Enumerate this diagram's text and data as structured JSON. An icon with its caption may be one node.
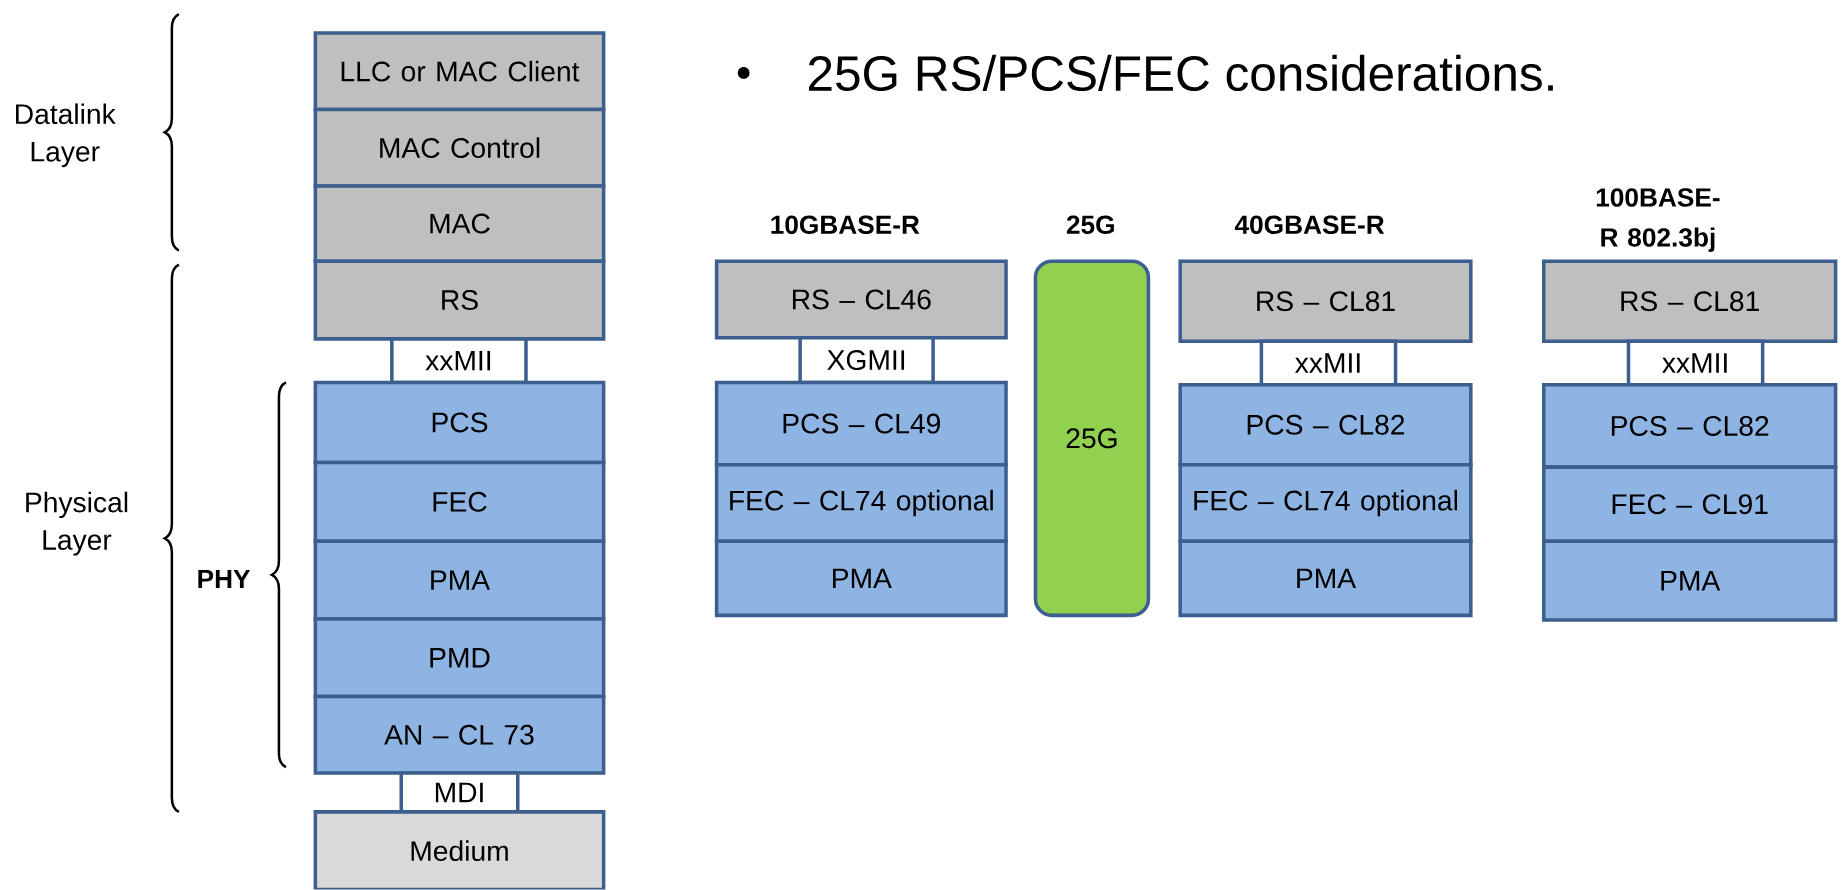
{
  "diagram": {
    "title": "25G RS/PCS/FEC considerations.",
    "nodes": [
      {
        "text": [
          "LLC or MAC Client"
        ]
      },
      {
        "text": [
          "MAC Control"
        ]
      },
      {
        "text": [
          "MAC"
        ]
      },
      {
        "text": [
          "RS"
        ]
      },
      {
        "text": [
          "xxMII"
        ]
      },
      {
        "text": [
          "PCS"
        ]
      },
      {
        "text": [
          "FEC"
        ]
      },
      {
        "text": [
          "PMA"
        ]
      },
      {
        "text": [
          "PMD"
        ]
      },
      {
        "text": [
          "AN – CL 73"
        ]
      },
      {
        "text": [
          "MDI"
        ]
      },
      {
        "text": [
          "Medium"
        ]
      },
      {
        "text": [
          "RS – CL46"
        ]
      },
      {
        "text": [
          "XGMII"
        ]
      },
      {
        "text": [
          "PCS – CL49"
        ]
      },
      {
        "text": [
          "FEC – CL74 optional"
        ]
      },
      {
        "text": [
          "PMA"
        ]
      },
      {
        "text": [
          "25G"
        ]
      },
      {
        "text": [
          "RS – CL81"
        ]
      },
      {
        "text": [
          "xxMII"
        ]
      },
      {
        "text": [
          "PCS – CL82"
        ]
      },
      {
        "text": [
          "FEC – CL74 optional"
        ]
      },
      {
        "text": [
          "PMA"
        ]
      },
      {
        "text": [
          "RS – CL81"
        ]
      },
      {
        "text": [
          "xxMII"
        ]
      },
      {
        "text": [
          "PCS – CL82"
        ]
      },
      {
        "text": [
          "FEC – CL91"
        ]
      },
      {
        "text": [
          "PMA"
        ]
      }
    ],
    "labels": [
      "Datalink Layer",
      "Physical Layer",
      "PHY",
      "10GBASE-R",
      "25G",
      "40GBASE-R",
      "100BASE-R 802.3bj"
    ]
  }
}
